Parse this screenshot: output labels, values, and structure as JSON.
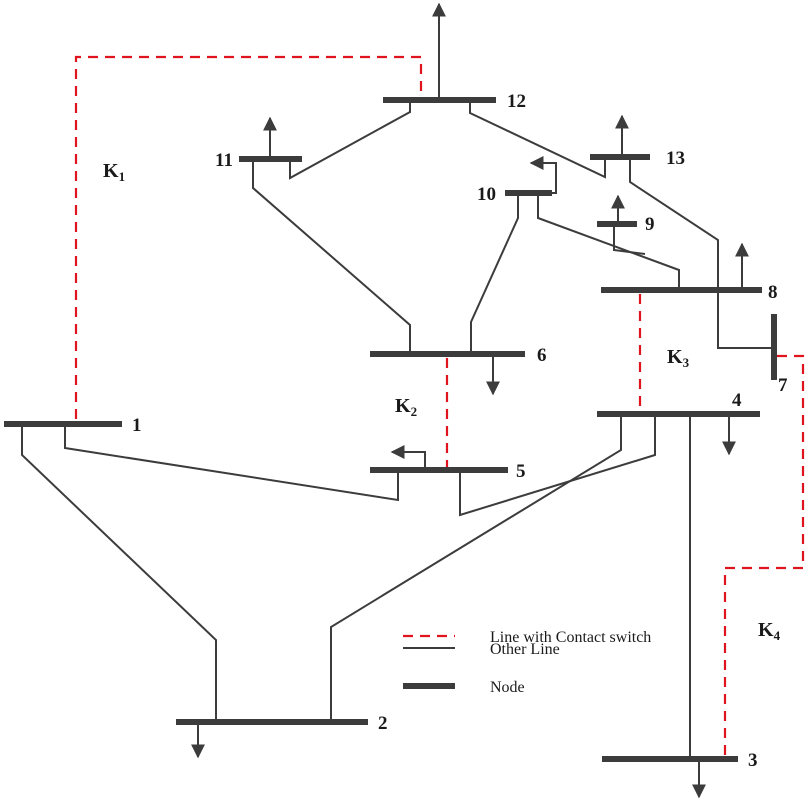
{
  "nodes": [
    "1",
    "2",
    "3",
    "4",
    "5",
    "6",
    "7",
    "8",
    "9",
    "10",
    "11",
    "12",
    "13"
  ],
  "switches": [
    {
      "letter": "K",
      "sub": "1"
    },
    {
      "letter": "K",
      "sub": "2"
    },
    {
      "letter": "K",
      "sub": "3"
    },
    {
      "letter": "K",
      "sub": "4"
    }
  ],
  "legend": {
    "contact": "Line with Contact switch",
    "other": "Other Line",
    "node": "Node"
  },
  "colors": {
    "contact_line": "#e0141e",
    "line": "#3c3c3c"
  }
}
